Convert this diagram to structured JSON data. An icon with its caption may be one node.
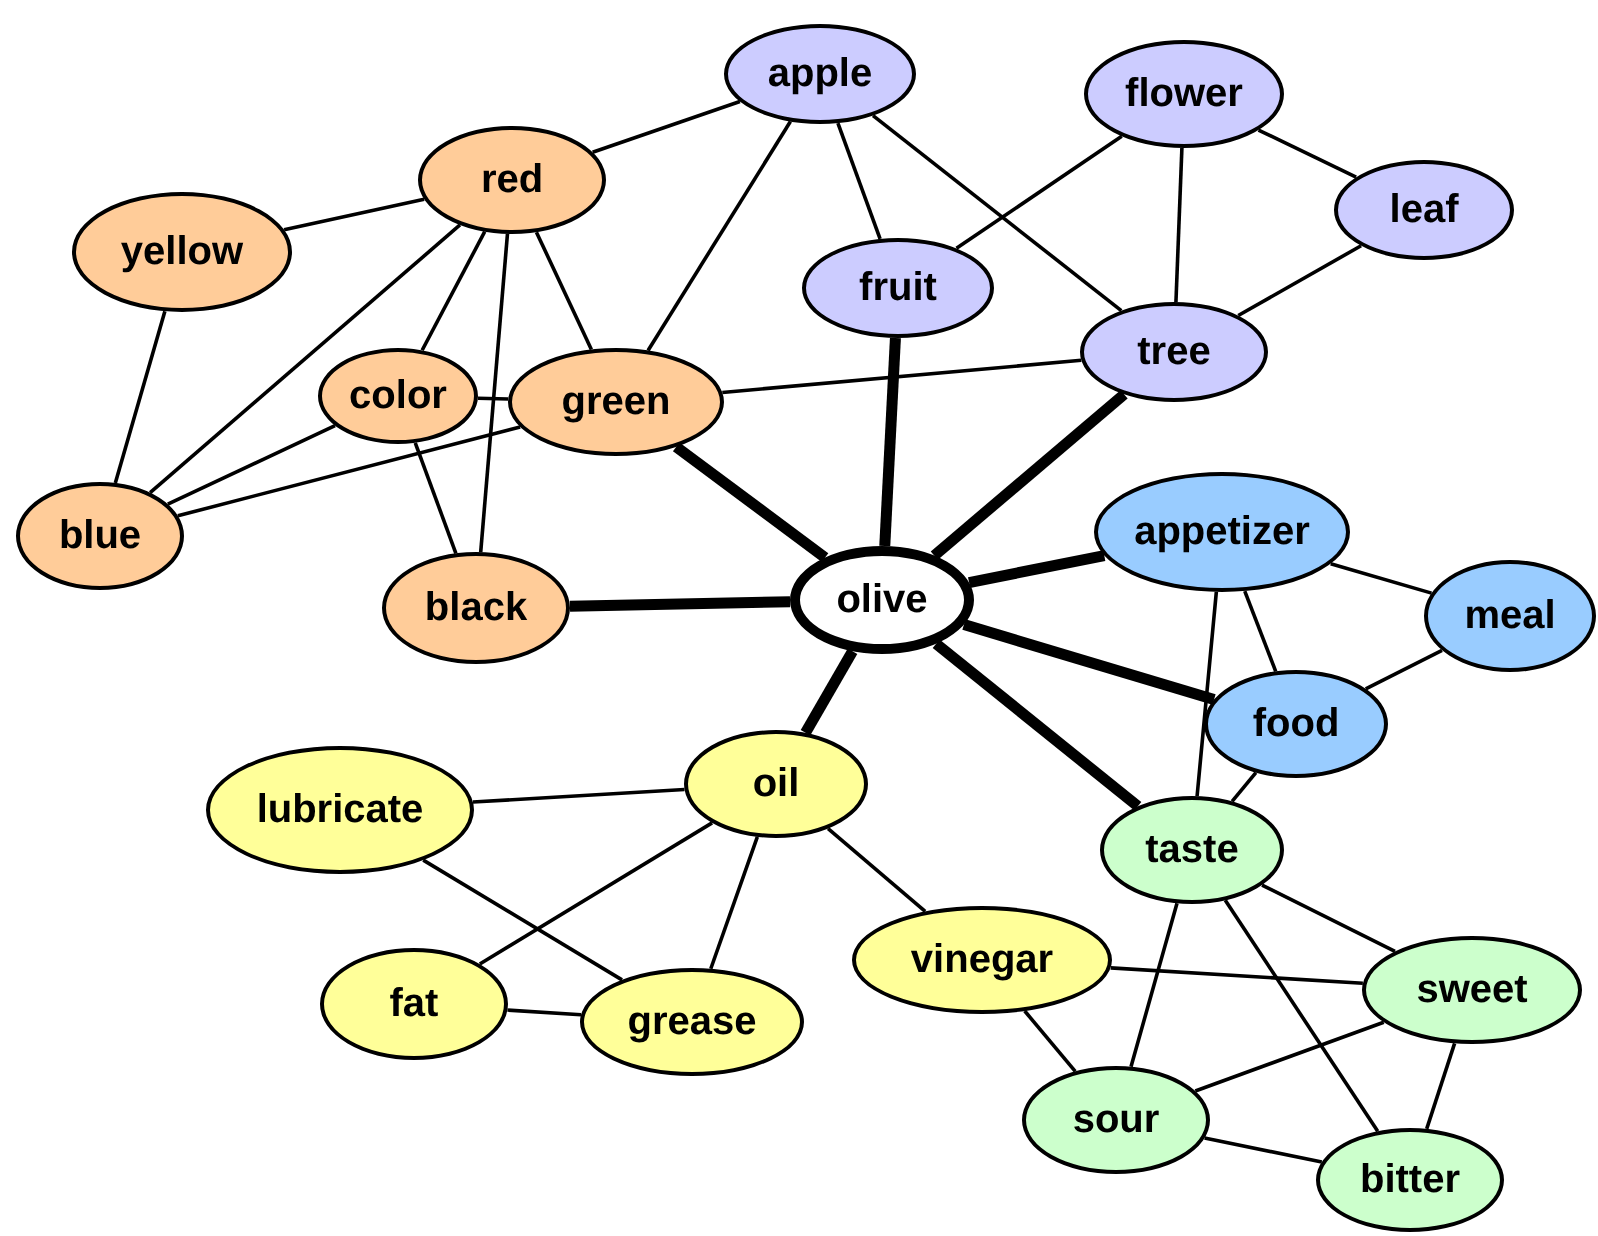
{
  "diagram": {
    "nodes": [
      {
        "text": [
          "olive"
        ]
      },
      {
        "text": [
          "apple"
        ]
      },
      {
        "text": [
          "flower"
        ]
      },
      {
        "text": [
          "leaf"
        ]
      },
      {
        "text": [
          "fruit"
        ]
      },
      {
        "text": [
          "tree"
        ]
      },
      {
        "text": [
          "red"
        ]
      },
      {
        "text": [
          "yellow"
        ]
      },
      {
        "text": [
          "color"
        ]
      },
      {
        "text": [
          "green"
        ]
      },
      {
        "text": [
          "blue"
        ]
      },
      {
        "text": [
          "black"
        ]
      },
      {
        "text": [
          "appetizer"
        ]
      },
      {
        "text": [
          "meal"
        ]
      },
      {
        "text": [
          "food"
        ]
      },
      {
        "text": [
          "oil"
        ]
      },
      {
        "text": [
          "lubricate"
        ]
      },
      {
        "text": [
          "fat"
        ]
      },
      {
        "text": [
          "grease"
        ]
      },
      {
        "text": [
          "vinegar"
        ]
      },
      {
        "text": [
          "taste"
        ]
      },
      {
        "text": [
          "sweet"
        ]
      },
      {
        "text": [
          "sour"
        ]
      },
      {
        "text": [
          "bitter"
        ]
      }
    ],
    "edges": [
      {
        "from": 0,
        "to": 9,
        "arrow": "none",
        "style": "thick"
      },
      {
        "from": 0,
        "to": 11,
        "arrow": "none",
        "style": "thick"
      },
      {
        "from": 0,
        "to": 4,
        "arrow": "none",
        "style": "thick"
      },
      {
        "from": 0,
        "to": 5,
        "arrow": "none",
        "style": "thick"
      },
      {
        "from": 0,
        "to": 12,
        "arrow": "none",
        "style": "thick"
      },
      {
        "from": 0,
        "to": 14,
        "arrow": "none",
        "style": "thick"
      },
      {
        "from": 0,
        "to": 20,
        "arrow": "none",
        "style": "thick"
      },
      {
        "from": 0,
        "to": 15,
        "arrow": "none",
        "style": "thick"
      },
      {
        "from": 1,
        "to": 4,
        "arrow": "none"
      },
      {
        "from": 2,
        "to": 4,
        "arrow": "none"
      },
      {
        "from": 2,
        "to": 5,
        "arrow": "none"
      },
      {
        "from": 2,
        "to": 3,
        "arrow": "none"
      },
      {
        "from": 3,
        "to": 5,
        "arrow": "none"
      },
      {
        "from": 1,
        "to": 6,
        "arrow": "none"
      },
      {
        "from": 1,
        "to": 9,
        "arrow": "none"
      },
      {
        "from": 1,
        "to": 5,
        "arrow": "none"
      },
      {
        "from": 6,
        "to": 7,
        "arrow": "none"
      },
      {
        "from": 6,
        "to": 10,
        "arrow": "none"
      },
      {
        "from": 6,
        "to": 8,
        "arrow": "none"
      },
      {
        "from": 6,
        "to": 9,
        "arrow": "none"
      },
      {
        "from": 6,
        "to": 11,
        "arrow": "none"
      },
      {
        "from": 7,
        "to": 10,
        "arrow": "none"
      },
      {
        "from": 8,
        "to": 9,
        "arrow": "none"
      },
      {
        "from": 8,
        "to": 11,
        "arrow": "none"
      },
      {
        "from": 8,
        "to": 10,
        "arrow": "none"
      },
      {
        "from": 10,
        "to": 9,
        "arrow": "none"
      },
      {
        "from": 9,
        "to": 5,
        "arrow": "none"
      },
      {
        "from": 12,
        "to": 13,
        "arrow": "none"
      },
      {
        "from": 12,
        "to": 20,
        "arrow": "none"
      },
      {
        "from": 12,
        "to": 14,
        "arrow": "none"
      },
      {
        "from": 13,
        "to": 14,
        "arrow": "none"
      },
      {
        "from": 14,
        "to": 20,
        "arrow": "none"
      },
      {
        "from": 15,
        "to": 16,
        "arrow": "none"
      },
      {
        "from": 15,
        "to": 17,
        "arrow": "none"
      },
      {
        "from": 15,
        "to": 18,
        "arrow": "none"
      },
      {
        "from": 15,
        "to": 19,
        "arrow": "none"
      },
      {
        "from": 16,
        "to": 18,
        "arrow": "none"
      },
      {
        "from": 17,
        "to": 18,
        "arrow": "none"
      },
      {
        "from": 19,
        "to": 22,
        "arrow": "none"
      },
      {
        "from": 19,
        "to": 21,
        "arrow": "none"
      },
      {
        "from": 20,
        "to": 21,
        "arrow": "none"
      },
      {
        "from": 20,
        "to": 22,
        "arrow": "none"
      },
      {
        "from": 20,
        "to": 23,
        "arrow": "none"
      },
      {
        "from": 21,
        "to": 22,
        "arrow": "none"
      },
      {
        "from": 21,
        "to": 23,
        "arrow": "none"
      },
      {
        "from": 22,
        "to": 23,
        "arrow": "none"
      }
    ]
  }
}
